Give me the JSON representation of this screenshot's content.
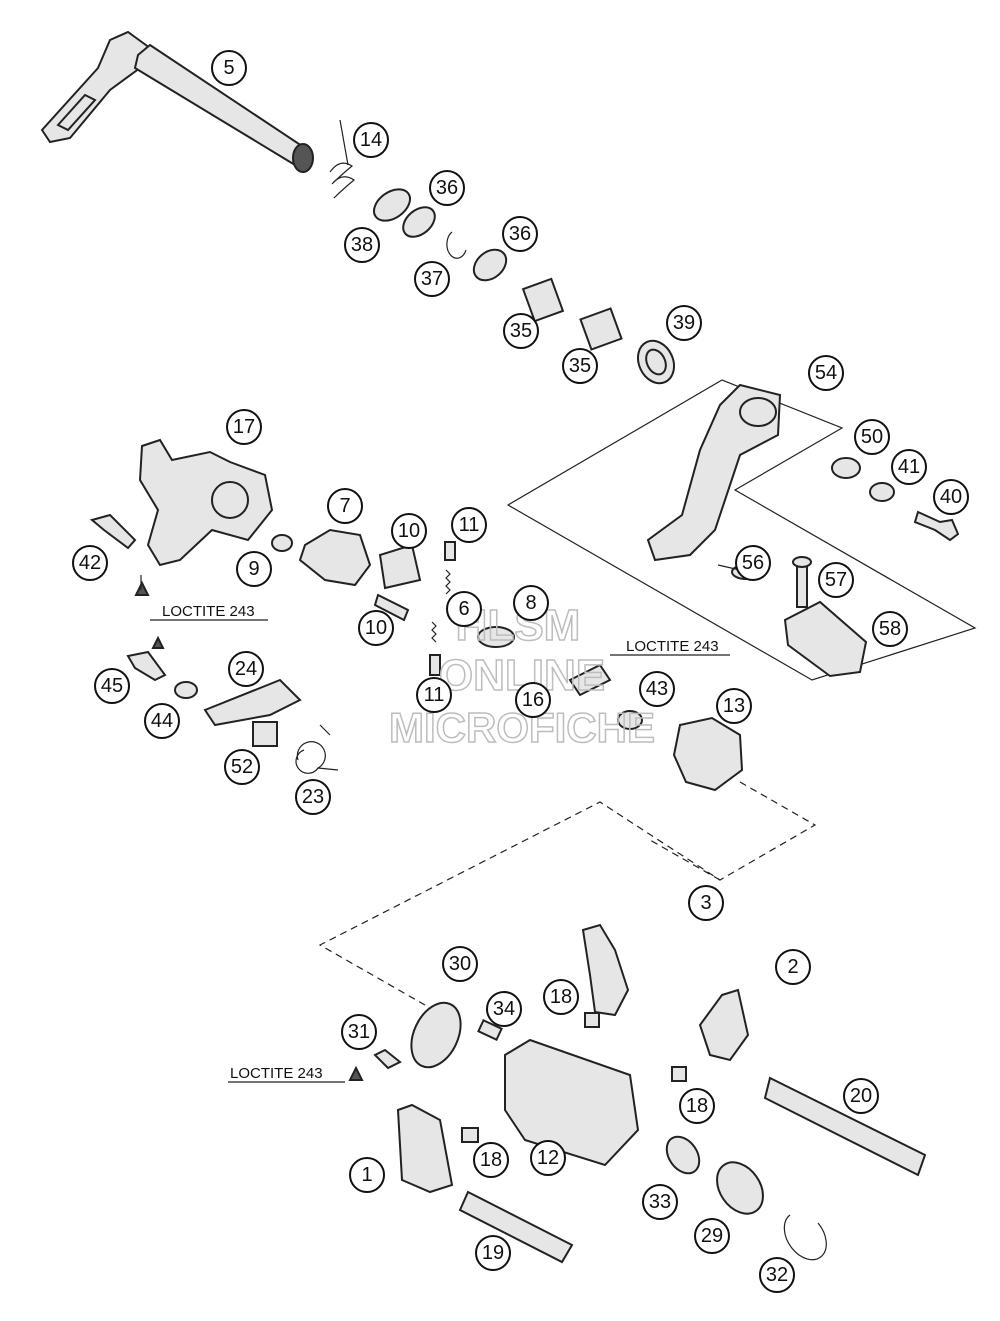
{
  "callouts": [
    "5",
    "14",
    "36",
    "38",
    "37",
    "36",
    "35",
    "35",
    "39",
    "54",
    "50",
    "41",
    "40",
    "17",
    "7",
    "10",
    "11",
    "9",
    "42",
    "10",
    "6",
    "8",
    "11",
    "16",
    "45",
    "24",
    "44",
    "52",
    "23",
    "43",
    "13",
    "3",
    "2",
    "30",
    "34",
    "18",
    "31",
    "20",
    "18",
    "1",
    "18",
    "12",
    "33",
    "29",
    "19",
    "32",
    "56",
    "57",
    "58"
  ],
  "notes": [
    "LOCTITE 243",
    "LOCTITE 243",
    "LOCTITE 243"
  ],
  "watermark": [
    "HLSM",
    "ONLINE",
    "MICROFICHE"
  ]
}
